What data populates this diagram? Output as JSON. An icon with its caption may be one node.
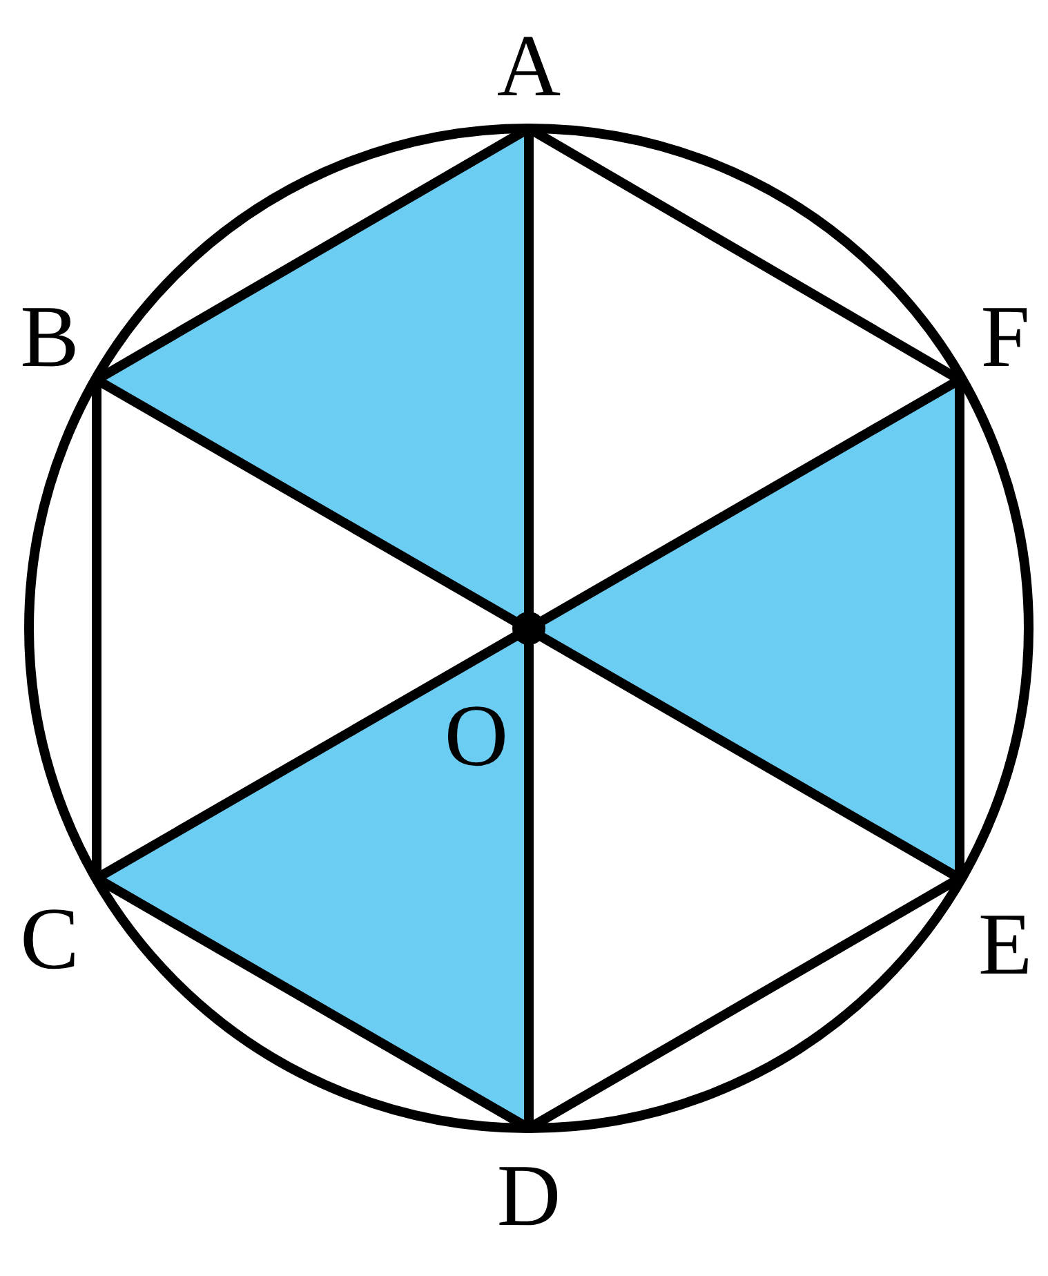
{
  "diagram": {
    "labels": [
      "A",
      "B",
      "F",
      "O",
      "C",
      "E",
      "D"
    ]
  }
}
